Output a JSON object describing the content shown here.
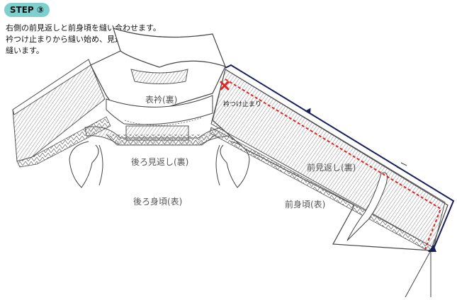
{
  "step": {
    "label": "STEP ③"
  },
  "instructions": {
    "lines": [
      "右側の前見返しと前身頃を縫い合わせます。",
      "衿つけ止まりから縫い始め、見返しの端まで",
      "縫います。"
    ]
  },
  "labels": {
    "collar_back": "表衿(裏)",
    "collar_stop": "衿つけ止まり",
    "back_facing": "後ろ見返し(裏)",
    "back_body": "後ろ身頃(表)",
    "front_facing": "前見返し(裏)",
    "front_body": "前身頃(表)"
  },
  "colors": {
    "stitch_line": "#e02424",
    "sewing_arrow": "#1a1f5c",
    "badge": "#7fcfcf",
    "mark": "#e02424"
  },
  "icons": {
    "mark": "x-mark-icon",
    "arrow": "arrow-head-icon"
  }
}
